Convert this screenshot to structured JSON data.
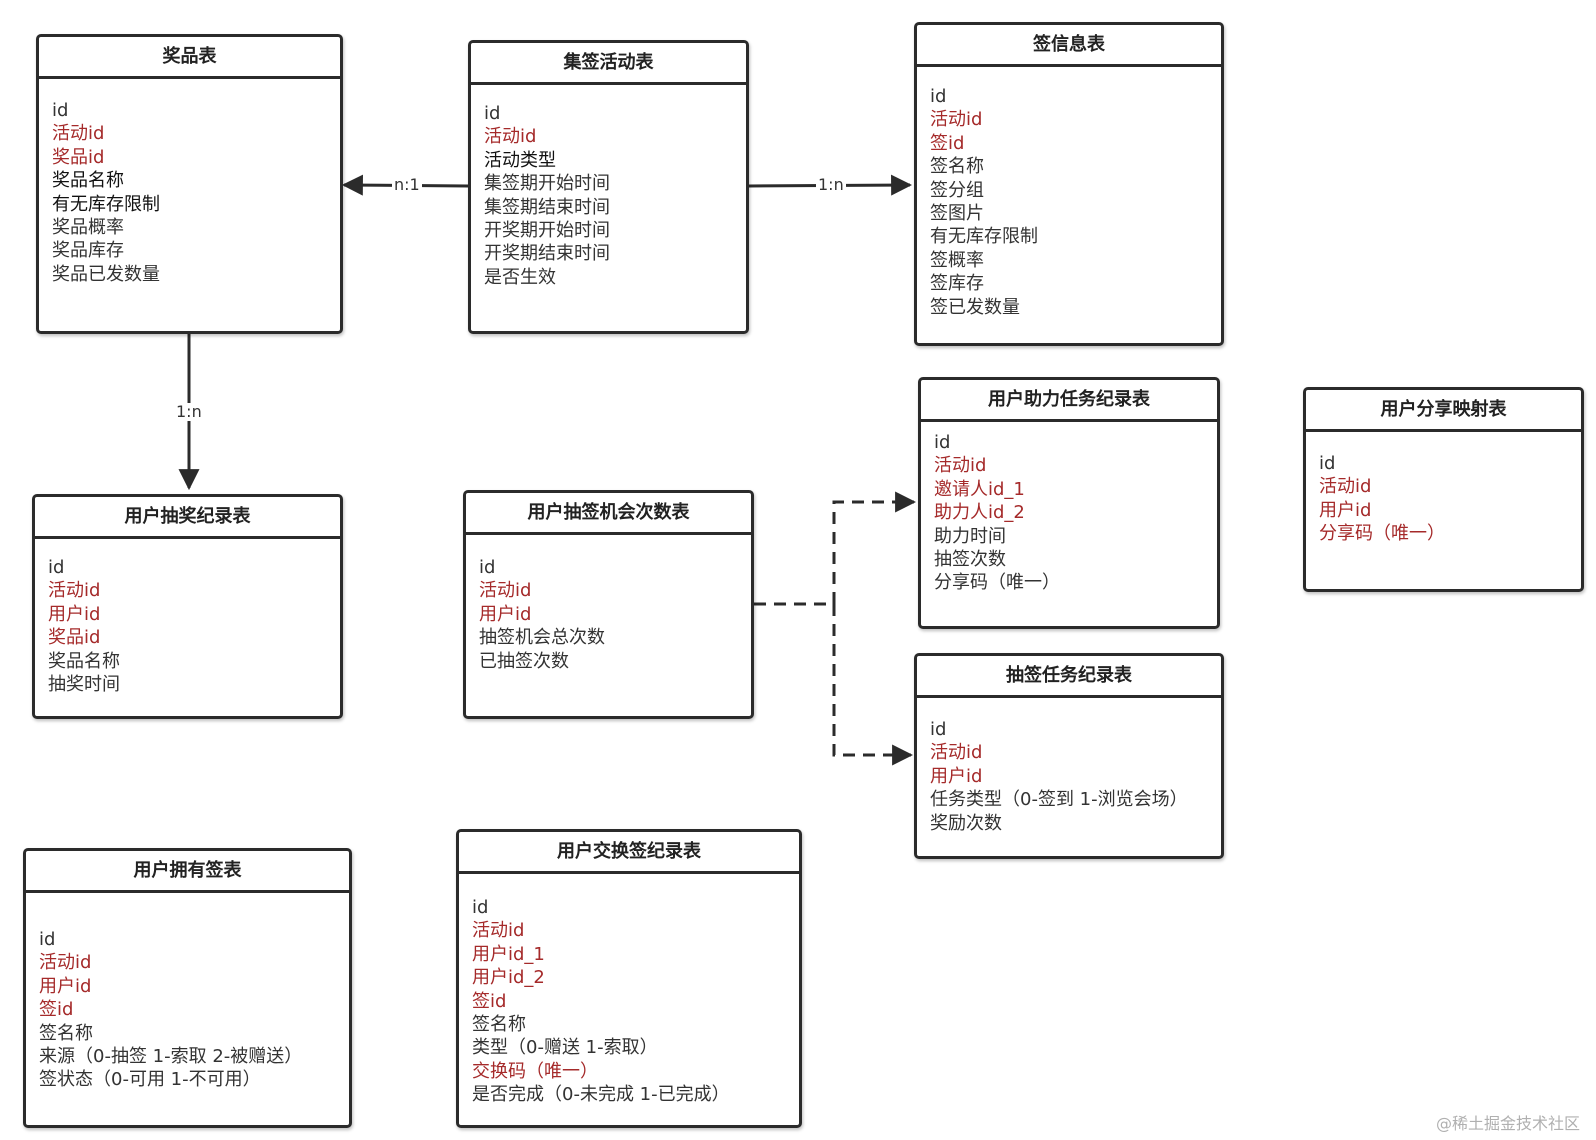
{
  "colors": {
    "primary_key": "#333333",
    "foreign_key": "#a52a2a",
    "border": "#2b2b2b"
  },
  "entities": {
    "prize_table": {
      "title": "奖品表",
      "fields": [
        {
          "text": "id",
          "style": "normal"
        },
        {
          "text": "活动id",
          "style": "fk"
        },
        {
          "text": "奖品id",
          "style": "fk"
        },
        {
          "text": "奖品名称",
          "style": "bold"
        },
        {
          "text": "有无库存限制",
          "style": "bold"
        },
        {
          "text": "奖品概率",
          "style": "normal"
        },
        {
          "text": "奖品库存",
          "style": "normal"
        },
        {
          "text": "奖品已发数量",
          "style": "normal"
        }
      ]
    },
    "collect_activity_table": {
      "title": "集签活动表",
      "fields": [
        {
          "text": "id",
          "style": "normal"
        },
        {
          "text": "活动id",
          "style": "fk"
        },
        {
          "text": "活动类型",
          "style": "bold"
        },
        {
          "text": "集签期开始时间",
          "style": "normal"
        },
        {
          "text": "集签期结束时间",
          "style": "normal"
        },
        {
          "text": "开奖期开始时间",
          "style": "normal"
        },
        {
          "text": "开奖期结束时间",
          "style": "normal"
        },
        {
          "text": "是否生效",
          "style": "normal"
        }
      ]
    },
    "sign_info_table": {
      "title": "签信息表",
      "fields": [
        {
          "text": "id",
          "style": "normal"
        },
        {
          "text": "活动id",
          "style": "fk"
        },
        {
          "text": "签id",
          "style": "fk"
        },
        {
          "text": "签名称",
          "style": "normal"
        },
        {
          "text": "签分组",
          "style": "normal"
        },
        {
          "text": "签图片",
          "style": "normal"
        },
        {
          "text": "有无库存限制",
          "style": "normal"
        },
        {
          "text": "签概率",
          "style": "normal"
        },
        {
          "text": "签库存",
          "style": "normal"
        },
        {
          "text": "签已发数量",
          "style": "normal"
        }
      ]
    },
    "user_lottery_record_table": {
      "title": "用户抽奖纪录表",
      "fields": [
        {
          "text": "id",
          "style": "normal"
        },
        {
          "text": "活动id",
          "style": "fk"
        },
        {
          "text": "用户id",
          "style": "fk"
        },
        {
          "text": "奖品id",
          "style": "fk"
        },
        {
          "text": "奖品名称",
          "style": "normal"
        },
        {
          "text": "抽奖时间",
          "style": "normal"
        }
      ]
    },
    "user_draw_chance_table": {
      "title": "用户抽签机会次数表",
      "fields": [
        {
          "text": "id",
          "style": "normal"
        },
        {
          "text": "活动id",
          "style": "fk"
        },
        {
          "text": "用户id",
          "style": "fk"
        },
        {
          "text": "抽签机会总次数",
          "style": "normal"
        },
        {
          "text": "已抽签次数",
          "style": "normal"
        }
      ]
    },
    "user_assist_task_record_table": {
      "title": "用户助力任务纪录表",
      "fields": [
        {
          "text": "id",
          "style": "normal"
        },
        {
          "text": "活动id",
          "style": "fk"
        },
        {
          "text": "邀请人id_1",
          "style": "fk"
        },
        {
          "text": "助力人id_2",
          "style": "fk"
        },
        {
          "text": "助力时间",
          "style": "normal"
        },
        {
          "text": "抽签次数",
          "style": "normal"
        },
        {
          "text": "分享码（唯一）",
          "style": "normal"
        }
      ]
    },
    "user_share_mapping_table": {
      "title": "用户分享映射表",
      "fields": [
        {
          "text": "id",
          "style": "normal"
        },
        {
          "text": "活动id",
          "style": "fk"
        },
        {
          "text": "用户id",
          "style": "fk"
        },
        {
          "text": "分享码（唯一）",
          "style": "fk"
        }
      ]
    },
    "draw_task_record_table": {
      "title": "抽签任务纪录表",
      "fields": [
        {
          "text": "id",
          "style": "normal"
        },
        {
          "text": "活动id",
          "style": "fk"
        },
        {
          "text": "用户id",
          "style": "fk"
        },
        {
          "text": "任务类型（0-签到 1-浏览会场）",
          "style": "normal"
        },
        {
          "text": "奖励次数",
          "style": "normal"
        }
      ]
    },
    "user_owned_sign_table": {
      "title": "用户拥有签表",
      "fields": [
        {
          "text": "id",
          "style": "normal"
        },
        {
          "text": "活动id",
          "style": "fk"
        },
        {
          "text": "用户id",
          "style": "fk"
        },
        {
          "text": "签id",
          "style": "fk"
        },
        {
          "text": "签名称",
          "style": "normal"
        },
        {
          "text": "来源（0-抽签 1-索取 2-被赠送）",
          "style": "normal"
        },
        {
          "text": "签状态（0-可用 1-不可用）",
          "style": "normal"
        }
      ]
    },
    "user_exchange_sign_record_table": {
      "title": "用户交换签纪录表",
      "fields": [
        {
          "text": "id",
          "style": "normal"
        },
        {
          "text": "活动id",
          "style": "fk"
        },
        {
          "text": "用户id_1",
          "style": "fk"
        },
        {
          "text": "用户id_2",
          "style": "fk"
        },
        {
          "text": "签id",
          "style": "fk"
        },
        {
          "text": "签名称",
          "style": "normal"
        },
        {
          "text": "类型（0-赠送 1-索取）",
          "style": "normal"
        },
        {
          "text": "交换码（唯一）",
          "style": "fk"
        },
        {
          "text": "是否完成（0-未完成 1-已完成）",
          "style": "normal"
        }
      ]
    }
  },
  "relationships": [
    {
      "from": "collect_activity_table",
      "to": "prize_table",
      "label": "n:1",
      "line": "solid"
    },
    {
      "from": "collect_activity_table",
      "to": "sign_info_table",
      "label": "1:n",
      "line": "solid"
    },
    {
      "from": "prize_table",
      "to": "user_lottery_record_table",
      "label": "1:n",
      "line": "solid"
    },
    {
      "from": "user_draw_chance_table",
      "to": "user_assist_task_record_table",
      "label": "",
      "line": "dashed"
    },
    {
      "from": "user_draw_chance_table",
      "to": "draw_task_record_table",
      "label": "",
      "line": "dashed"
    }
  ],
  "watermark": "@稀土掘金技术社区"
}
